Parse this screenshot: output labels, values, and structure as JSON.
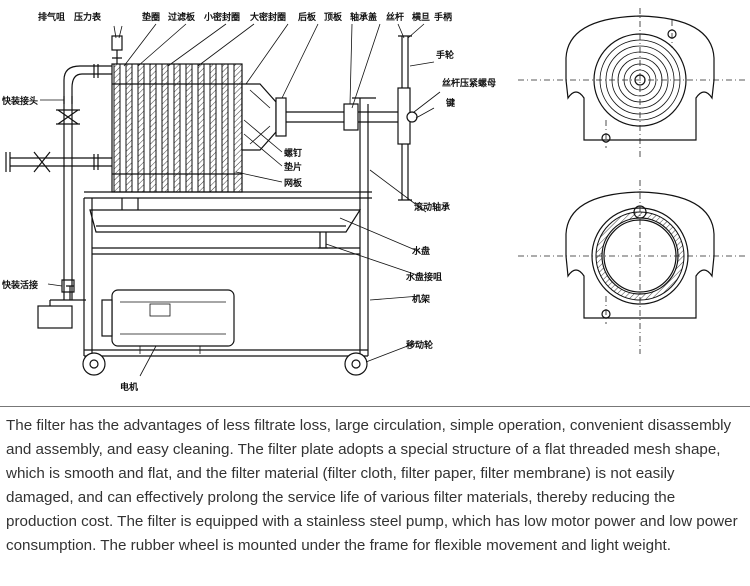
{
  "labels": {
    "exhaust_nozzle": "排气咀",
    "pressure_gauge": "压力表",
    "gasket_ring": "垫圈",
    "filter_plate": "过滤板",
    "small_seal_ring": "小密封圈",
    "large_seal_ring": "大密封圈",
    "rear_plate": "后板",
    "top_plate": "顶板",
    "bearing_cover": "轴承盖",
    "screw_rod": "丝杆",
    "crossbar": "横旦",
    "handle": "手柄",
    "handwheel": "手轮",
    "screw_nut": "丝杆压紧螺母",
    "key": "键",
    "quick_joint": "快装接头",
    "screw": "螺钉",
    "washer": "垫片",
    "mesh_plate": "网板",
    "rolling_bearing": "滚动轴承",
    "water_tray": "水盘",
    "tray_nozzle": "水盘接咀",
    "frame": "机架",
    "quick_coupling": "快装活接",
    "moving_wheel": "移动轮",
    "motor": "电机"
  },
  "description": "The filter has the advantages of less filtrate loss, large circulation, simple operation, convenient disassembly and assembly, and easy cleaning. The filter plate adopts a special structure of a flat threaded mesh shape, which is smooth and flat, and the filter material (filter cloth, filter paper, filter membrane) is not easily damaged, and can effectively prolong the service life of various filter materials, thereby reducing the production cost. The filter is equipped with a stainless steel pump, which has low motor power and low power consumption. The rubber wheel is mounted under the frame for flexible movement and light weight."
}
